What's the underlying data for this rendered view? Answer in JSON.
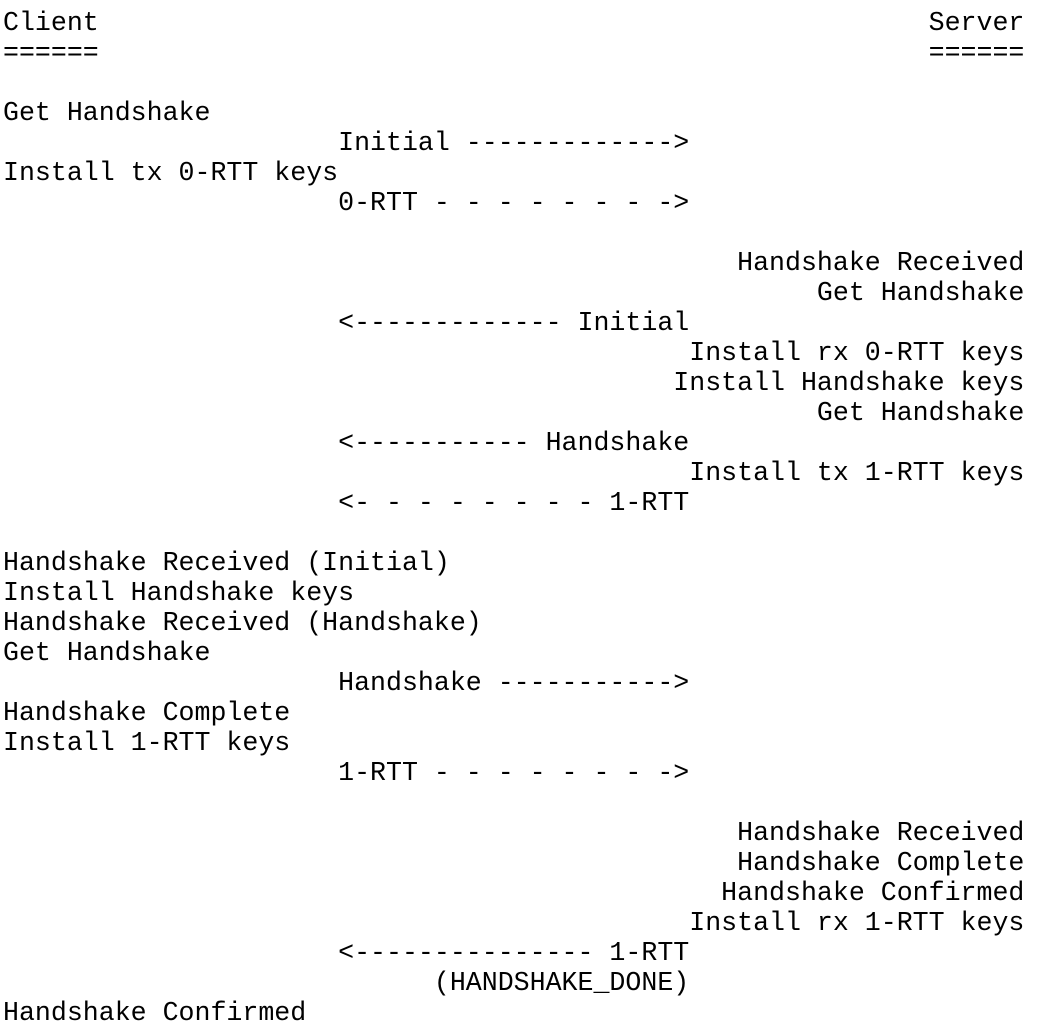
{
  "diagram": {
    "lines": [
      "Client                                                    Server",
      "======                                                    ======",
      "",
      "Get Handshake",
      "                     Initial ------------->",
      "Install tx 0-RTT keys",
      "                     0-RTT - - - - - - - ->",
      "",
      "                                              Handshake Received",
      "                                                   Get Handshake",
      "                     <------------- Initial",
      "                                           Install rx 0-RTT keys",
      "                                          Install Handshake keys",
      "                                                   Get Handshake",
      "                     <----------- Handshake",
      "                                           Install tx 1-RTT keys",
      "                     <- - - - - - - - 1-RTT",
      "",
      "Handshake Received (Initial)",
      "Install Handshake keys",
      "Handshake Received (Handshake)",
      "Get Handshake",
      "                     Handshake ----------->",
      "Handshake Complete",
      "Install 1-RTT keys",
      "                     1-RTT - - - - - - - ->",
      "",
      "                                              Handshake Received",
      "                                              Handshake Complete",
      "                                             Handshake Confirmed",
      "                                           Install rx 1-RTT keys",
      "                     <--------------- 1-RTT",
      "                           (HANDSHAKE_DONE)",
      "Handshake Confirmed"
    ]
  }
}
